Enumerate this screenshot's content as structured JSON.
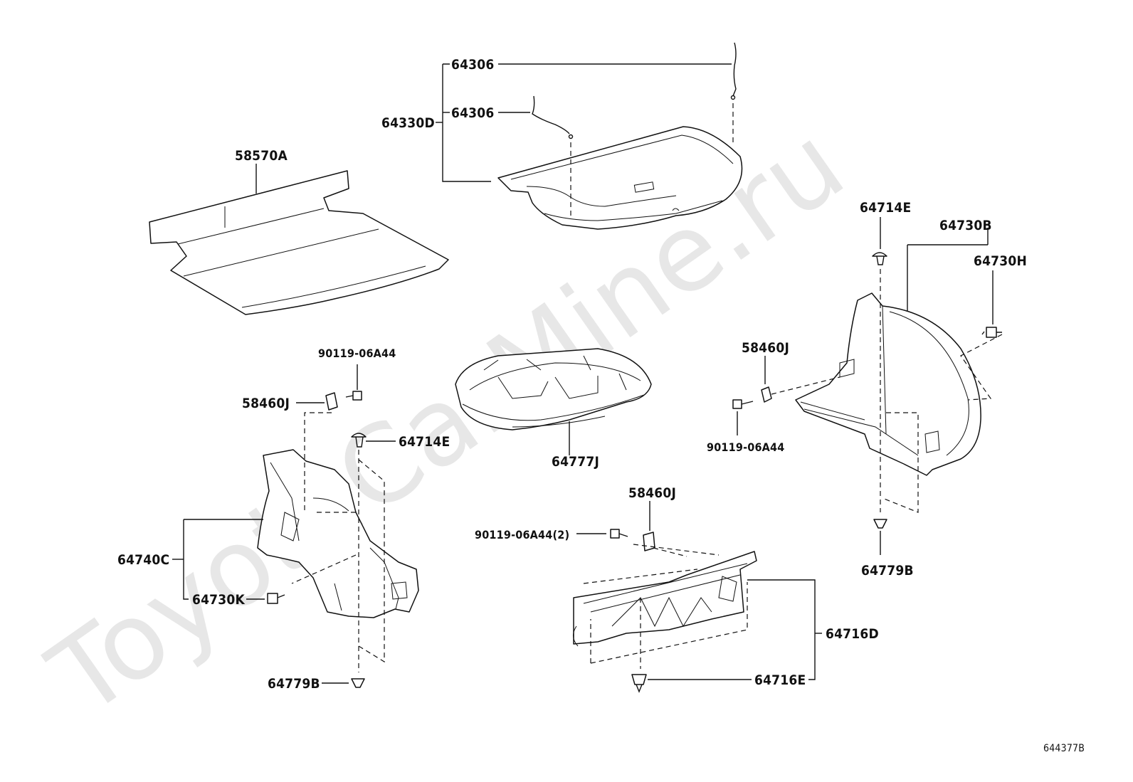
{
  "watermark": "ToyotaCarMine.ru",
  "diagram_code": "644377B",
  "labels": {
    "p64306_top": "64306",
    "p64306_mid": "64306",
    "p64330D": "64330D",
    "p58570A": "58570A",
    "p64714E_right": "64714E",
    "p64730B": "64730B",
    "p64730H": "64730H",
    "p58460J_right": "58460J",
    "p90119_right": "90119-06A44",
    "p90119_left": "90119-06A44",
    "p58460J_left": "58460J",
    "p64714E_left": "64714E",
    "p64777J": "64777J",
    "p58460J_bottom": "58460J",
    "p90119_bottom": "90119-06A44(2)",
    "p64740C": "64740C",
    "p64730K": "64730K",
    "p64779B_right": "64779B",
    "p64716D": "64716D",
    "p64716E": "64716E",
    "p64779B_left": "64779B"
  }
}
